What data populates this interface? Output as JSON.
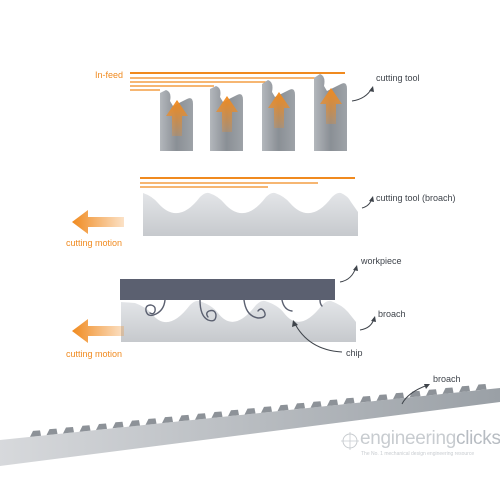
{
  "labels": {
    "infeed": "In-feed",
    "cutting_tool": "cutting tool",
    "cutting_tool_broach": "cutting tool (broach)",
    "cutting_motion_1": "cutting motion",
    "workpiece": "workpiece",
    "broach_mid": "broach",
    "cutting_motion_2": "cutting motion",
    "chip": "chip",
    "broach_bottom": "broach"
  },
  "watermark": {
    "name_main": "engineering",
    "name_accent": "clicks",
    "tagline": "The No. 1 mechanical design engineering resource"
  },
  "colors": {
    "accent": "#f08a1f",
    "tool_gray": "#8e9398",
    "tool_light": "#c9ccd0",
    "workpiece": "#5b6070"
  }
}
